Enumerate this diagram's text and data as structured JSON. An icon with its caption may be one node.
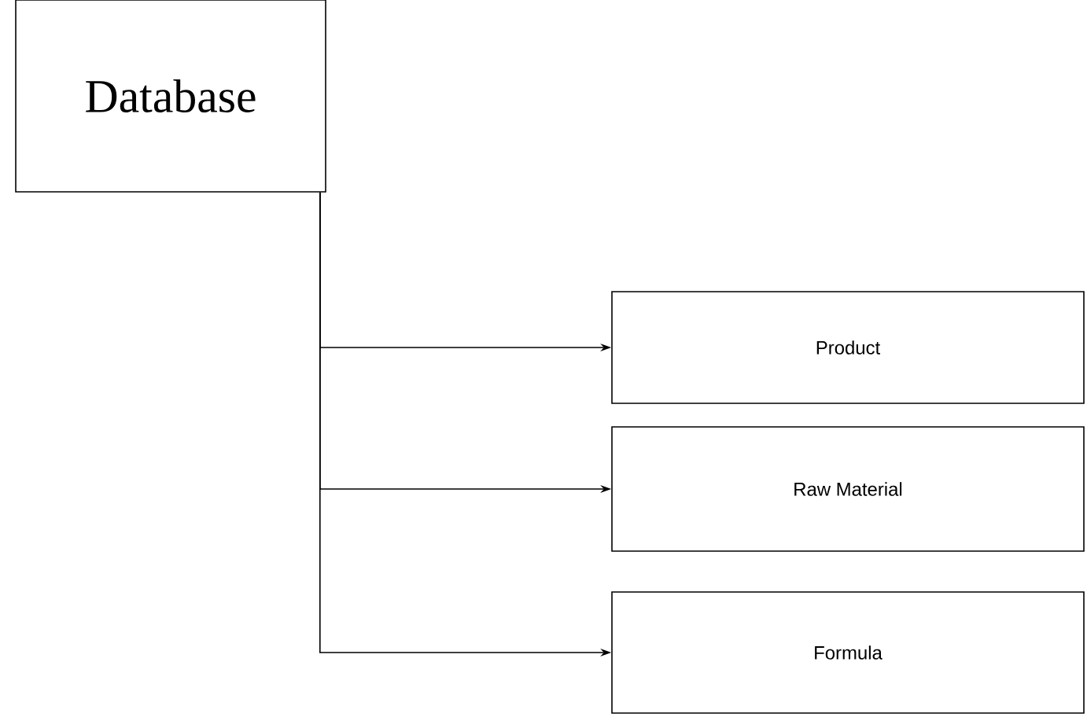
{
  "diagram": {
    "nodes": [
      {
        "text": [
          "Database"
        ]
      },
      {
        "text": [
          "Product"
        ]
      },
      {
        "text": [
          "Raw Material"
        ]
      },
      {
        "text": [
          "Formula"
        ]
      }
    ],
    "edges": [
      {
        "from": 0,
        "to": 1,
        "arrow": "to"
      },
      {
        "from": 0,
        "to": 2,
        "arrow": "to"
      },
      {
        "from": 0,
        "to": 3,
        "arrow": "to"
      }
    ]
  }
}
